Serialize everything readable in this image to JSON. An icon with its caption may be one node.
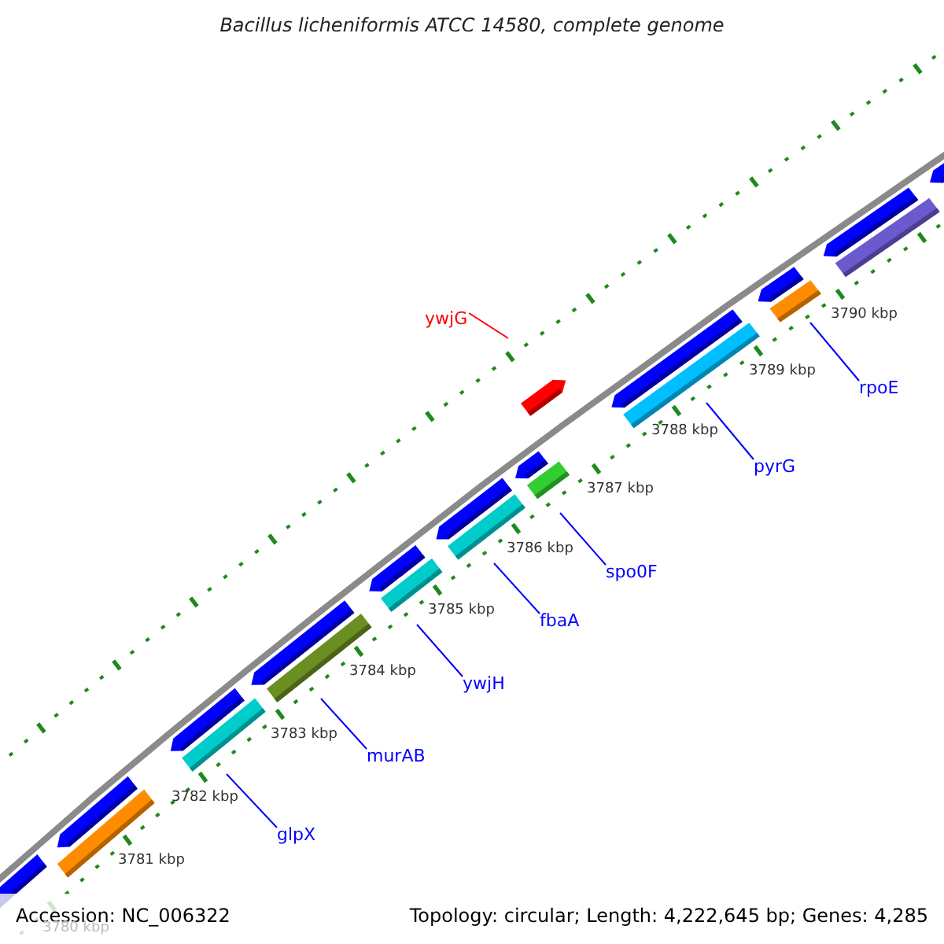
{
  "diagram": {
    "title": "Bacillus licheniformis ATCC 14580, complete genome",
    "nodes": [
      {
        "text": [
          "ywjG"
        ]
      },
      {
        "text": [
          "rpoE"
        ]
      },
      {
        "text": [
          "pyrG"
        ]
      },
      {
        "text": [
          "spo0F"
        ]
      },
      {
        "text": [
          "fbaA"
        ]
      },
      {
        "text": [
          "ywjH"
        ]
      },
      {
        "text": [
          "murAB"
        ]
      },
      {
        "text": [
          "glpX"
        ]
      }
    ],
    "edges": [
      {
        "from": 0,
        "to": null,
        "arrow": "none",
        "color": "#ff0000"
      },
      {
        "from": 1,
        "to": null,
        "arrow": "none"
      },
      {
        "from": 2,
        "to": null,
        "arrow": "none"
      },
      {
        "from": 3,
        "to": null,
        "arrow": "none"
      },
      {
        "from": 4,
        "to": null,
        "arrow": "none"
      },
      {
        "from": 5,
        "to": null,
        "arrow": "none"
      },
      {
        "from": 6,
        "to": null,
        "arrow": "none"
      },
      {
        "from": 7,
        "to": null,
        "arrow": "none"
      }
    ],
    "labels": [
      "3790 kbp",
      "3789 kbp",
      "3788 kbp",
      "3787 kbp",
      "3786 kbp",
      "3785 kbp",
      "3784 kbp",
      "3783 kbp",
      "3782 kbp",
      "3781 kbp",
      "Accession: NC_006322",
      "Topology: circular; Length: 4,222,645 bp; Genes: 4,285",
      "3780 kbp"
    ]
  }
}
